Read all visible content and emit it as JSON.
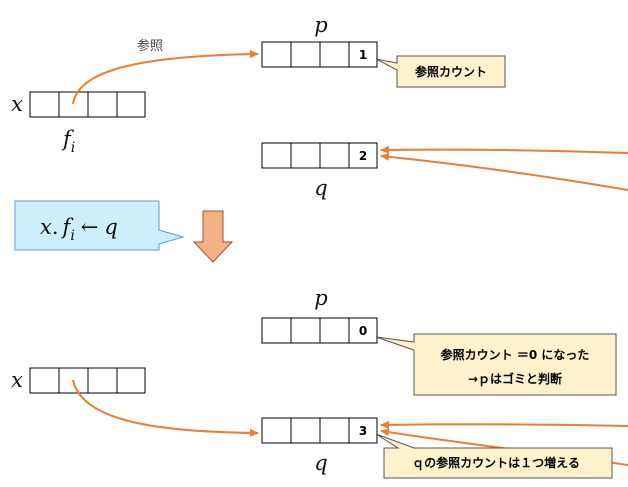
{
  "before": {
    "x_label": "x",
    "p_label": "p",
    "q_label": "q",
    "field_label": "f",
    "field_subscript": "i",
    "ref_label": "参照",
    "p_count": "1",
    "q_count": "2",
    "p_callout": "参照カウント"
  },
  "operation": {
    "x": "x",
    "dot": ".",
    "f": "f",
    "sub": "i",
    "arrow": "←",
    "q": "q"
  },
  "after": {
    "x_label": "x",
    "p_label": "p",
    "q_label": "q",
    "p_count": "0",
    "q_count": "3",
    "p_callout_line1": "参照カウント ＝0 になった",
    "p_callout_line2": "→ｐはゴミと判断",
    "q_callout": "ｑの参照カウントは１つ増える"
  },
  "colors": {
    "arrow": "#ed7d31",
    "callout_fill": "#fdf2cc",
    "speech_fill": "#cdeffb",
    "speech_stroke": "#5b9bd5",
    "down_arrow_fill": "#f4b183",
    "down_arrow_stroke": "#a0522d"
  }
}
